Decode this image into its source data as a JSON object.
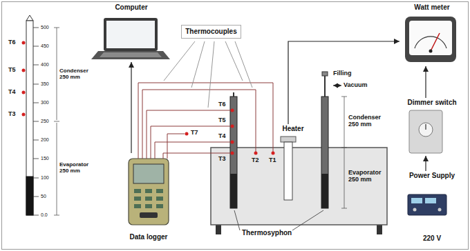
{
  "diagram": {
    "nodes": [
      {
        "text": [
          "Computer"
        ]
      },
      {
        "text": [
          "Thermocouples"
        ]
      },
      {
        "text": [
          "Watt meter"
        ]
      },
      {
        "text": [
          "Heater"
        ]
      },
      {
        "text": [
          "Dimmer switch"
        ]
      },
      {
        "text": [
          "Data logger"
        ]
      },
      {
        "text": [
          "Power Supply",
          "220 V"
        ]
      }
    ],
    "edges": [
      {
        "from": 5,
        "to": 0,
        "arrow": "to"
      },
      {
        "from": 3,
        "to": 2,
        "arrow": "to"
      },
      {
        "from": 4,
        "to": 2,
        "arrow": "to"
      },
      {
        "from": 6,
        "to": 4,
        "arrow": "to"
      }
    ],
    "labels": [
      "T6",
      "T5",
      "T4",
      "T3",
      "500",
      "450",
      "400",
      "350",
      "300",
      "250",
      "200",
      "150",
      "100",
      "50",
      "0.0",
      "Condenser 250 mm",
      "Evaporator 250 mm",
      "T6",
      "T5",
      "T4",
      "T7",
      "T3",
      "T2",
      "T1",
      "Filling",
      "Vacuum",
      "Condenser 250 mm",
      "Evaporator 250 mm",
      "Thermosyphon"
    ]
  }
}
